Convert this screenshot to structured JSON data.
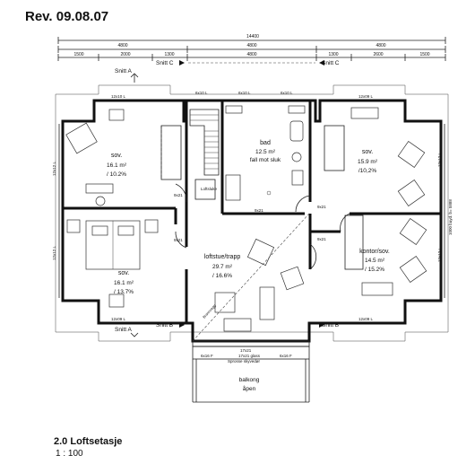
{
  "header": {
    "revision": "Rev. 09.08.07"
  },
  "drawing": {
    "title": "2.0 Loftsetasje",
    "scale": "1 : 100"
  },
  "dimensions": {
    "total": "14400",
    "row1": [
      "4800",
      "4800",
      "4800"
    ],
    "row2": [
      "1500",
      "2000",
      "1300",
      "4800",
      "1300",
      "2600",
      "1500"
    ]
  },
  "sections": {
    "a_top": "Snitt A",
    "a_bottom": "Snitt A",
    "b_left": "Snitt B",
    "b_right": "Snitt B",
    "c_left": "Snitt C",
    "c_right": "Snitt C"
  },
  "rooms": [
    {
      "id": "bad",
      "name": "bad",
      "area": "12.5 m²",
      "note": "fall mot sluk"
    },
    {
      "id": "sov1",
      "name": "sov.",
      "area": "16.1 m²",
      "pct": "/ 10.2%"
    },
    {
      "id": "sov2",
      "name": "sov.",
      "area": "15.9 m²",
      "pct": "/10,2%"
    },
    {
      "id": "sov3",
      "name": "sov.",
      "area": "16.1 m²",
      "pct": "/ 13.7%"
    },
    {
      "id": "loft",
      "name": "loftstue/trapp",
      "area": "29.7 m²",
      "pct": "/ 16.6%"
    },
    {
      "id": "kontor",
      "name": "kontor/sov.",
      "area": "14.5 m²",
      "pct": "/ 15.2%"
    },
    {
      "id": "balkong",
      "name": "balkong",
      "note": "åpen"
    }
  ],
  "labels": {
    "win_top_left": "12x10 L",
    "win_top_1": "6x10 L",
    "win_top_2": "6x10 L",
    "win_top_3": "6x10 L",
    "win_top_right": "12x09 L",
    "win_bot_left": "12x09 L",
    "win_bot_right": "12x09 L",
    "win_left_1": "12x12 L",
    "win_left_2": "12x12 L",
    "win_right_1": "12x12 L",
    "win_right_2": "12x12 L",
    "door_1": "9x21",
    "door_2": "9x21",
    "door_3": "9x21",
    "door_4": "9x21",
    "door_5": "9x21",
    "loftsluke": "Loftsluke",
    "stair_note": "Brannvegg",
    "bal_door_1": "6x16 F",
    "bal_door_2": "6x16 F",
    "bal_door_3": "17x21",
    "bal_glass": "17x21 glass",
    "bal_glass2": "Sprosse skyvedør",
    "right_vert": "1000 bayd. b= 5888"
  }
}
